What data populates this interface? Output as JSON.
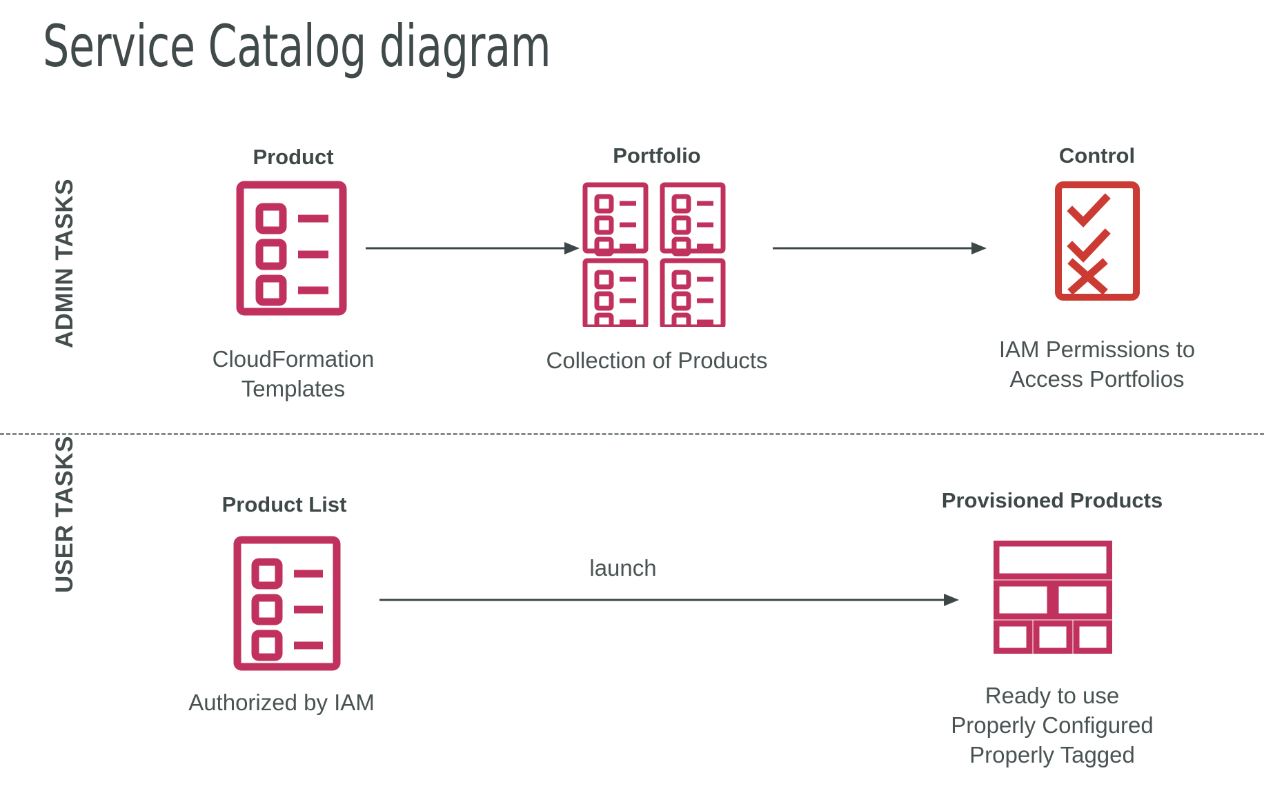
{
  "title": "Service Catalog diagram",
  "colors": {
    "crimson": "#C0315E",
    "control_red": "#CC3B33",
    "text_dark": "#414b4b",
    "arrow": "#3e4747"
  },
  "sections": {
    "admin": {
      "label": "ADMIN TASKS"
    },
    "user": {
      "label": "USER TASKS"
    }
  },
  "admin_nodes": [
    {
      "heading": "Product",
      "caption": "CloudFormation\nTemplates",
      "icon": "checklist-document-icon"
    },
    {
      "heading": "Portfolio",
      "caption": "Collection of Products",
      "icon": "portfolio-grid-icon"
    },
    {
      "heading": "Control",
      "caption": "IAM Permissions to\nAccess Portfolios",
      "icon": "checkmarks-document-icon"
    }
  ],
  "user_nodes": [
    {
      "heading": "Product List",
      "caption": "Authorized by IAM",
      "icon": "checklist-document-icon"
    },
    {
      "heading": "Provisioned Products",
      "caption": "Ready to use\nProperly Configured\nProperly Tagged",
      "icon": "blocks-dashboard-icon"
    }
  ],
  "arrows": {
    "admin_1": {
      "label": ""
    },
    "admin_2": {
      "label": ""
    },
    "user_1": {
      "label": "launch"
    }
  }
}
